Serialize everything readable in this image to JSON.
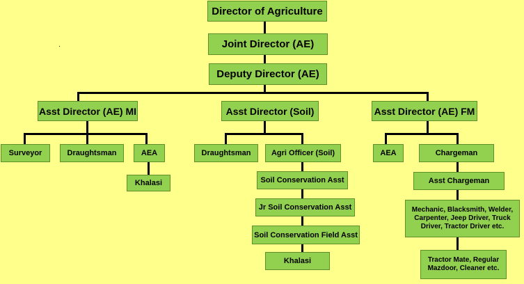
{
  "chart": {
    "top": {
      "director": "Director of Agriculture",
      "joint_director": "Joint Director (AE)",
      "deputy_director": "Deputy Director (AE)"
    },
    "branches": {
      "mi": {
        "head": "Asst Director (AE) MI",
        "surveyor": "Surveyor",
        "draughtsman": "Draughtsman",
        "aea": "AEA",
        "khalasi": "Khalasi"
      },
      "soil": {
        "head": "Asst Director (Soil)",
        "draughtsman": "Draughtsman",
        "agri_officer": "Agri Officer (Soil)",
        "sca": "Soil Conservation Asst",
        "jr_sca": "Jr Soil Conservation Asst",
        "scfa": "Soil Conservation Field Asst",
        "khalasi": "Khalasi"
      },
      "fm": {
        "head": "Asst Director (AE) FM",
        "aea": "AEA",
        "chargeman": "Chargeman",
        "asst_chargeman": "Asst Chargeman",
        "mechanic": "Mechanic, Blacksmith, Welder, Carpenter, Jeep Driver, Truck Driver, Tractor Driver etc.",
        "tractor_mate": "Tractor Mate, Regular Mazdoor, Cleaner etc."
      }
    },
    "colors": {
      "background": "#ffff8c",
      "box_fill": "#92d050",
      "box_border": "#5e8f2a",
      "connector": "#000000"
    }
  }
}
